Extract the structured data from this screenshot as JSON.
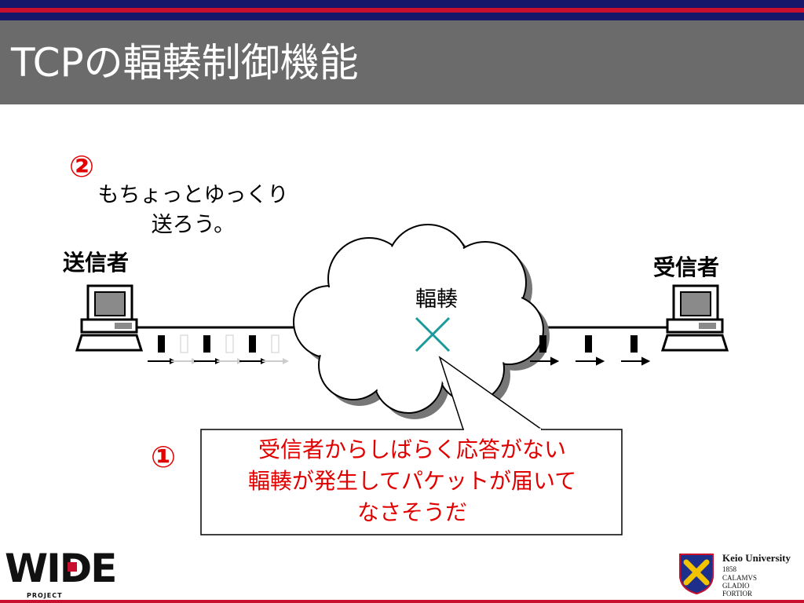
{
  "slide": {
    "title": "TCPの輻輳制御機能"
  },
  "diagram": {
    "step2_label": "②",
    "step2_text": [
      "もちょっとゆっくり",
      "送ろう。"
    ],
    "sender_label": "送信者",
    "receiver_label": "受信者",
    "cloud_label": "輻輳",
    "step1_label": "①",
    "callout_lines": [
      "受信者からしばらく応答がない",
      "輻輳が発生してパケットが届いて",
      "なさそうだ"
    ]
  },
  "footer": {
    "left_logo": "WIDE",
    "left_logo_sub": "PROJECT",
    "right_name": "Keio University",
    "right_year": "1858",
    "right_motto": [
      "CALAMVS",
      "GLADIO",
      "FORTIOR"
    ]
  },
  "colors": {
    "accent_red": "#e00000",
    "title_band": "#6b6b6b",
    "header_navy": "#16166a",
    "cross_teal": "#1a9a9a"
  }
}
